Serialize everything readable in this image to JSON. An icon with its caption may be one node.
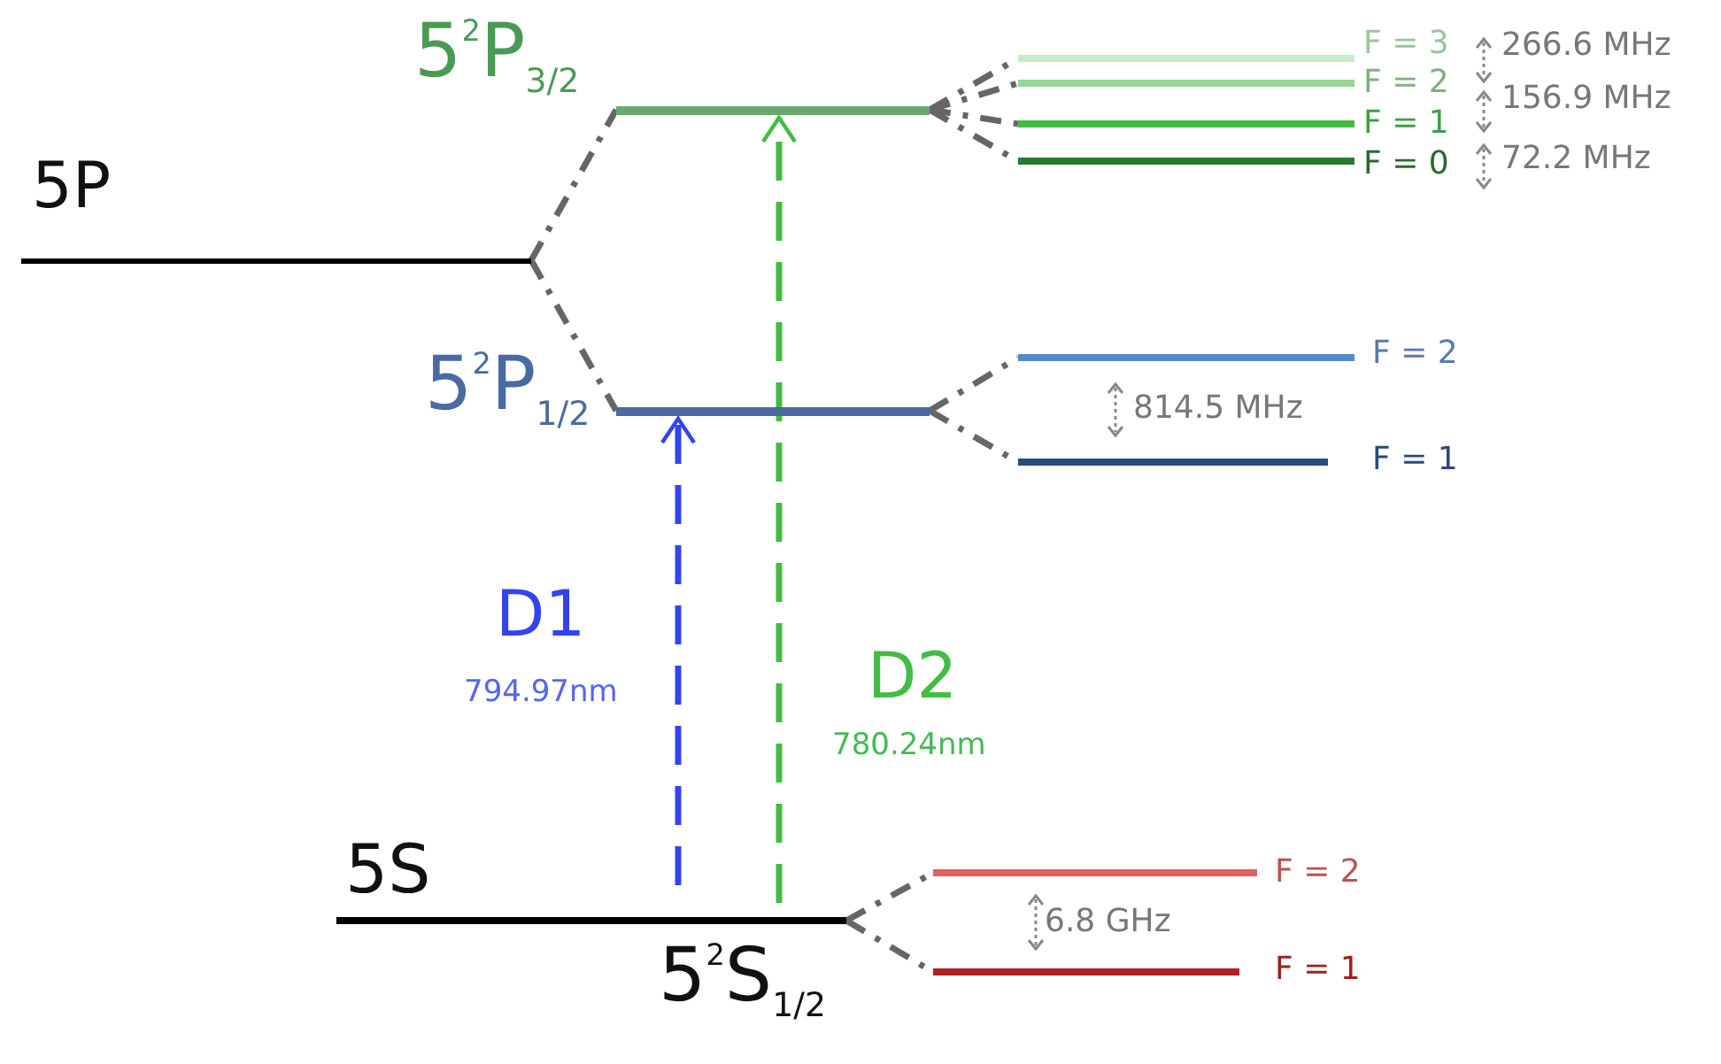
{
  "diagram": {
    "nodes": [
      {
        "text": [
          "5P"
        ]
      },
      {
        "text": [
          "5$^{2}$P$_{3/2}$"
        ]
      },
      {
        "text": [
          "5$^{2}$P$_{1/2}$"
        ]
      },
      {
        "text": [
          "F = 3"
        ]
      },
      {
        "text": [
          "F = 2"
        ]
      },
      {
        "text": [
          "F = 1"
        ]
      },
      {
        "text": [
          "F = 0"
        ]
      },
      {
        "text": [
          "F = 2"
        ]
      },
      {
        "text": [
          "F = 1"
        ]
      },
      {
        "text": [
          "5S",
          "5$^{2}$S$_{1/2}$"
        ]
      },
      {
        "text": [
          "F = 2"
        ]
      },
      {
        "text": [
          "F = 1"
        ]
      }
    ],
    "edges": [
      {
        "from": 0,
        "to": 1,
        "arrow": "none",
        "style": "dashed"
      },
      {
        "from": 0,
        "to": 2,
        "arrow": "none",
        "style": "dashed"
      },
      {
        "from": 1,
        "to": 3,
        "arrow": "none",
        "style": "dashed"
      },
      {
        "from": 1,
        "to": 4,
        "arrow": "none",
        "style": "dashed"
      },
      {
        "from": 1,
        "to": 5,
        "arrow": "none",
        "style": "dashed"
      },
      {
        "from": 1,
        "to": 6,
        "arrow": "none",
        "style": "dashed"
      },
      {
        "from": 2,
        "to": 7,
        "arrow": "none",
        "style": "dashed"
      },
      {
        "from": 2,
        "to": 8,
        "arrow": "none",
        "style": "dashed"
      },
      {
        "from": 9,
        "to": 10,
        "arrow": "none",
        "style": "dashed"
      },
      {
        "from": 9,
        "to": 11,
        "arrow": "none",
        "style": "dashed"
      },
      {
        "from": 9,
        "to": 2,
        "arrow": "to",
        "style": "dashed",
        "color": "#3344ee",
        "label": "D1"
      },
      {
        "from": 9,
        "to": 1,
        "arrow": "to",
        "style": "dashed",
        "color": "#44bb44",
        "label": "D2"
      }
    ],
    "labels": [
      "266.6 MHz",
      "156.9 MHz",
      "72.2 MHz",
      "814.5 MHz",
      "794.97nm",
      "780.24nm",
      "6.8 GHz"
    ]
  }
}
